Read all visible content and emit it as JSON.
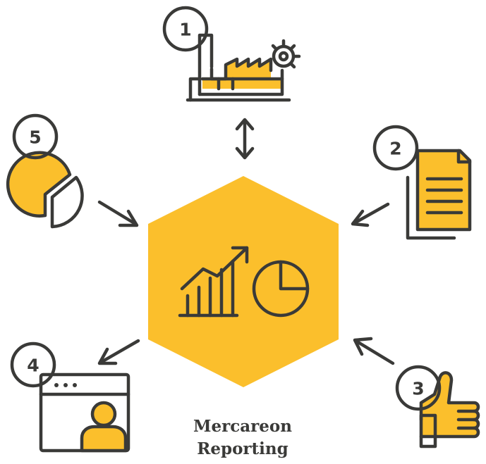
{
  "colors": {
    "accent": "#fbbf2c",
    "ink": "#3a3a38",
    "background": "#ffffff"
  },
  "center": {
    "title_line1": "Mercareon",
    "title_line2": "Reporting",
    "icon": "chart-and-pie-icon"
  },
  "steps": [
    {
      "number": "1",
      "icon": "factory-gear-icon",
      "arrow": "bidirectional"
    },
    {
      "number": "2",
      "icon": "documents-icon",
      "arrow": "to-center"
    },
    {
      "number": "3",
      "icon": "thumbs-up-icon",
      "arrow": "to-center"
    },
    {
      "number": "4",
      "icon": "browser-user-icon",
      "arrow": "from-center"
    },
    {
      "number": "5",
      "icon": "pie-chart-icon",
      "arrow": "to-center"
    }
  ]
}
